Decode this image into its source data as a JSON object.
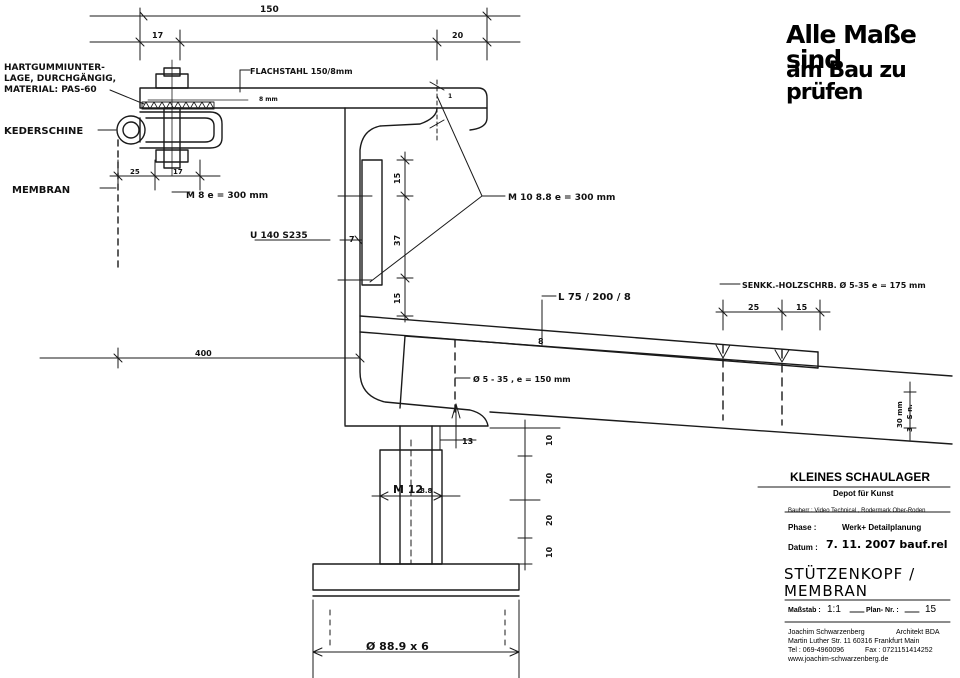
{
  "note": {
    "line1": "Alle Maße sind",
    "line2": "am Bau zu prüfen"
  },
  "labels": {
    "hartgummi1": "HARTGUMMIUNTER-",
    "hartgummi2": "LAGE, DURCHGÄNGIG,",
    "hartgummi3": "MATERIAL: PAS-60",
    "kederschine": "KEDERSCHINE",
    "membran": "MEMBRAN",
    "flachstahl": "FLACHSTAHL 150/8mm",
    "bolt_m8": "M 8 e = 300 mm",
    "bolt_m10": "M 10  8.8  e = 300 mm",
    "u140": "U 140   S235",
    "l75": "L 75 / 200 / 8",
    "senkk": "SENKK.-HOLZSCHRB. Ø 5-35  e = 175 mm",
    "phi535": "Ø 5 - 35 ,  e = 150 mm",
    "m12": "M 12",
    "m12_grade": "8.8",
    "tube": "Ø  88.9 x 6",
    "dim_8mm": "8 mm",
    "dim_3sn": "30 mm",
    "dim_3sn2": "3 - S n."
  },
  "dims": {
    "d150": "150",
    "d17a": "17",
    "d20": "20",
    "d25a": "25",
    "d17b": "17",
    "d15a": "15",
    "d37": "37",
    "d7": "7",
    "d15b": "15",
    "d400": "400",
    "d8": "8",
    "d25b": "25",
    "d15c": "15",
    "d13": "13",
    "d10a": "10",
    "d20a": "20",
    "d20b": "20",
    "d10b": "10",
    "d1": "1"
  },
  "title_block": {
    "project": "KLEINES SCHAULAGER",
    "subtitle": "Depot für Kunst",
    "bauherr": "Bauherr : Video Technical , Rodermark Ober-Roden",
    "phase_label": "Phase :",
    "phase_value": "Werk+ Detailplanung",
    "datum_label": "Datum :",
    "datum_value": "7. 11. 2007  bauf.rel",
    "drawing_title_1": "STÜTZENKOPF /",
    "drawing_title_2": "MEMBRAN",
    "massstab_label": "Maßstab :",
    "massstab_value": "1:1",
    "plan_label": "Plan- Nr. :",
    "plan_value": "15",
    "architect_name": "Joachim Schwarzenberg",
    "architect_title": "Architekt BDA",
    "address": "Martin Luther Str. 11 60316  Frankfurt  Main",
    "phone": "Tel : 069-4960096",
    "fax": "Fax : 0721151414252",
    "web": "www.joachim-schwarzenberg.de"
  }
}
